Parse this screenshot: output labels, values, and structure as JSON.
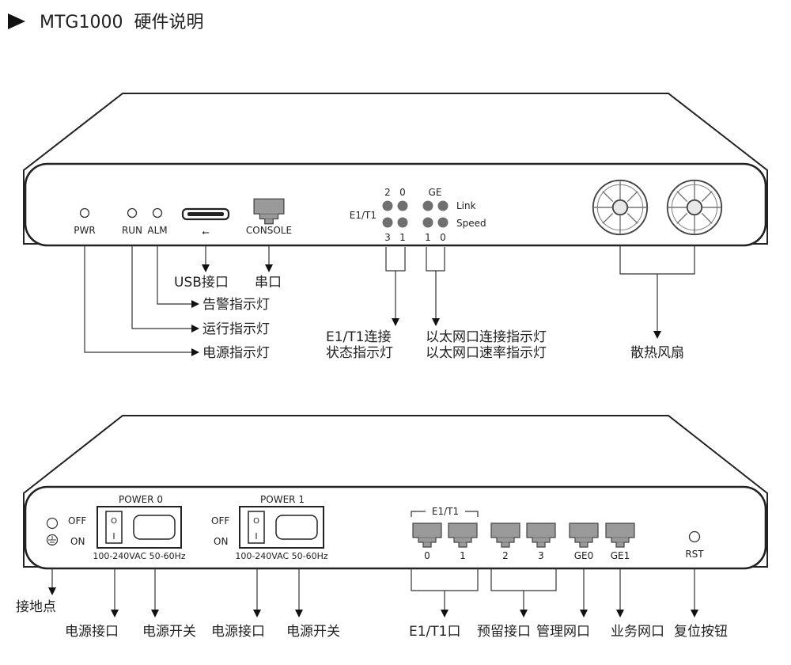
{
  "header": {
    "title": "MTG1000  硬件说明"
  },
  "front": {
    "led_pwr": "PWR",
    "led_run": "RUN",
    "led_alm": "ALM",
    "usb_symbol": "⭠",
    "console": "CONSOLE",
    "e1_top_0": "2",
    "e1_top_1": "0",
    "e1_bot_0": "3",
    "e1_bot_1": "1",
    "e1_side": "E1/T1",
    "ge_top": "GE",
    "ge_bot_0": "1",
    "ge_bot_1": "0",
    "link": "Link",
    "speed": "Speed",
    "callouts": {
      "usb": "USB接口",
      "serial": "串口",
      "alarm": "告警指示灯",
      "run": "运行指示灯",
      "power": "电源指示灯",
      "e1_line1": "E1/T1连接",
      "e1_line2": "状态指示灯",
      "eth_line1": "以太网口连接指示灯",
      "eth_line2": "以太网口速率指示灯",
      "fans": "散热风扇"
    }
  },
  "rear": {
    "off": "OFF",
    "on": "ON",
    "power0": "POWER 0",
    "power1": "POWER 1",
    "rating": "100-240VAC 50-60Hz",
    "sw_off": "O",
    "sw_on": "I",
    "e1_group": "E1/T1",
    "port_0": "0",
    "port_1": "1",
    "port_2": "2",
    "port_3": "3",
    "ge0": "GE0",
    "ge1": "GE1",
    "rst": "RST",
    "callouts": {
      "ground": "接地点",
      "power_port_0": "电源接口",
      "power_switch_0": "电源开关",
      "power_port_1": "电源接口",
      "power_switch_1": "电源开关",
      "e1": "E1/T1口",
      "reserved": "预留接口",
      "mgmt": "管理网口",
      "service": "业务网口",
      "reset": "复位按钮"
    }
  }
}
